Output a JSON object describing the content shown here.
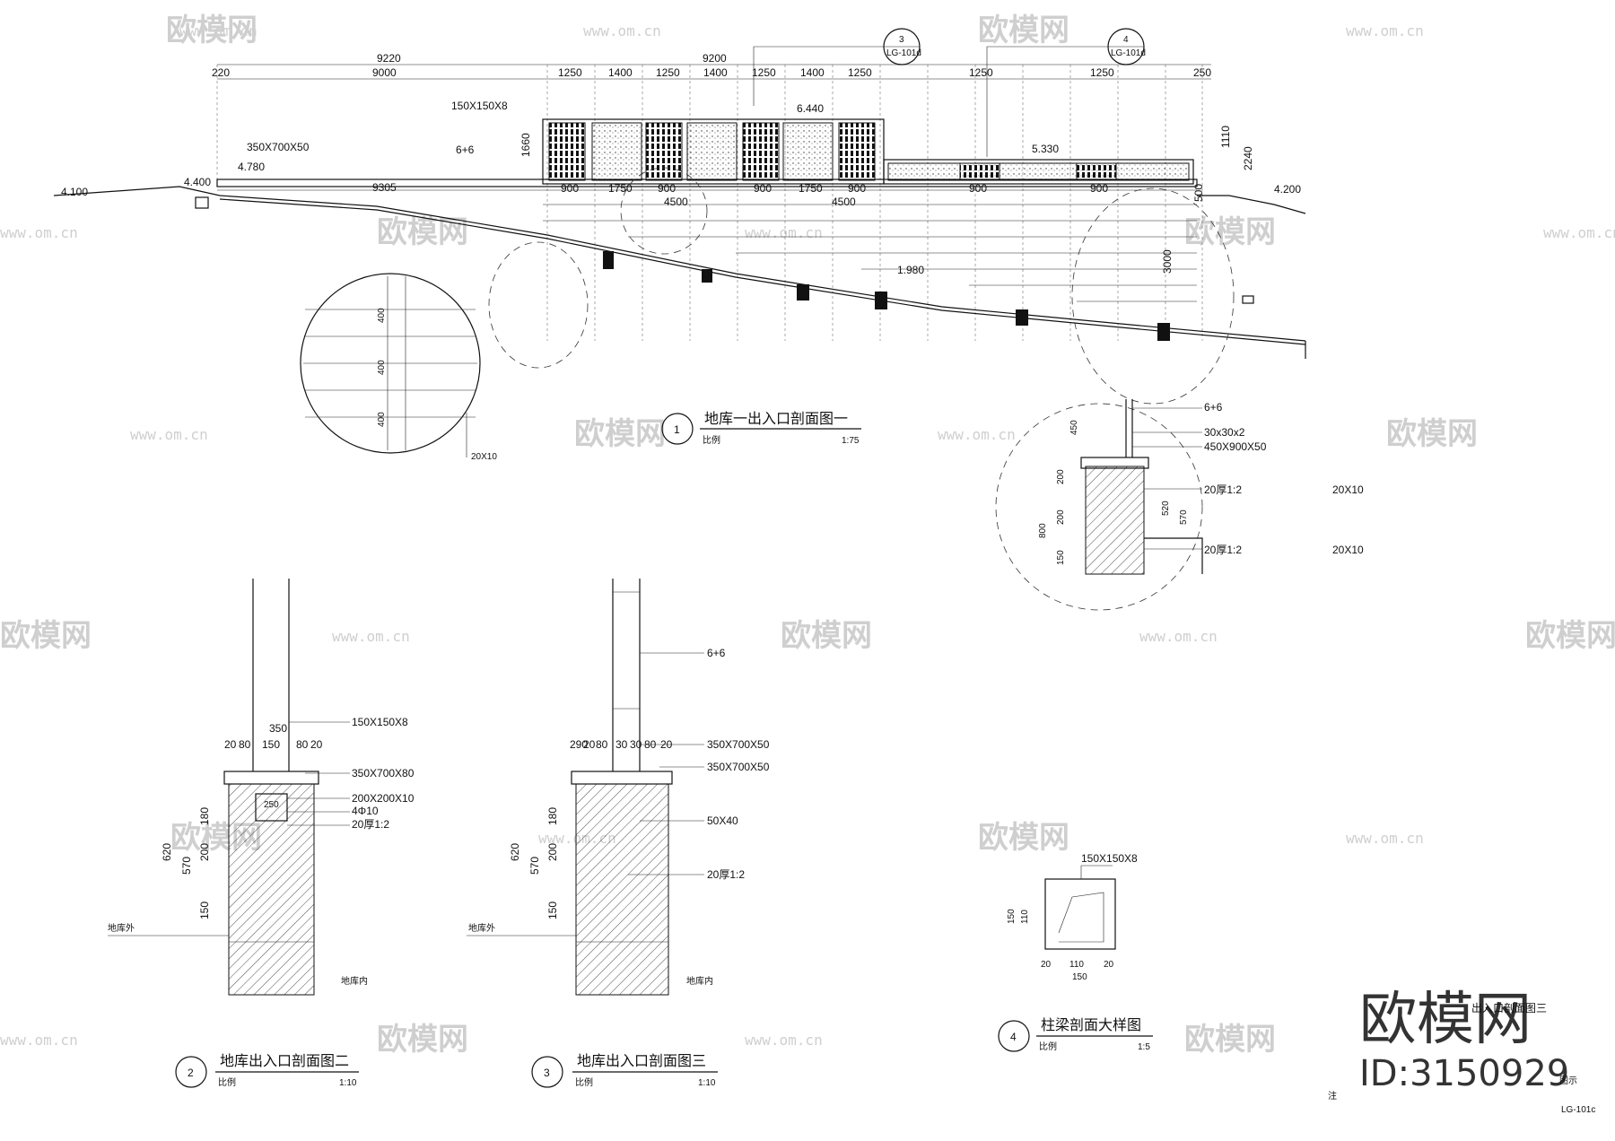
{
  "watermark": {
    "brand": "欧模网",
    "url": "www.om.cn",
    "big_brand": "欧模网",
    "id": "ID:3150929"
  },
  "section1": {
    "number": "1",
    "title": "地库一出入口剖面图一",
    "scale_prefix": "比例",
    "scale": "1:75",
    "top_dims": [
      "220",
      "9000",
      "1250",
      "1400",
      "1250",
      "1400",
      "1250",
      "1400",
      "1250",
      "1250",
      "1250",
      "250"
    ],
    "top_totals": [
      "9220",
      "9200"
    ],
    "lower_dims": [
      "900",
      "1750",
      "900",
      "900",
      "1750",
      "900",
      "900",
      "900"
    ],
    "elevations": [
      "4.780",
      "4.400",
      "4.100",
      "6.440",
      "5.330",
      "4.200",
      "1.980"
    ],
    "labels": {
      "column": "150X150X8",
      "cap": "350X700X50",
      "glass": "6+6",
      "slope": "9305",
      "dim_4500a": "4500",
      "dim_4500b": "4500",
      "h1660": "1660",
      "h1110": "1110",
      "h2240": "2240",
      "h3000": "3000",
      "h500": "500",
      "ref3": "3",
      "ref3b": "LG-101d",
      "ref4": "4",
      "ref4b": "LG-101d"
    },
    "callout_detail": {
      "dims": [
        "400",
        "400",
        "400"
      ],
      "note": "20X10"
    }
  },
  "detail_right": {
    "items": [
      "6+6",
      "30x30x2",
      "450X900X50",
      "20厚1:2",
      "20厚1:2"
    ],
    "notes": [
      "20X10",
      "20X10"
    ],
    "dims": [
      "450",
      "800",
      "520",
      "570",
      "200",
      "200",
      "150"
    ]
  },
  "section2": {
    "number": "2",
    "title": "地库出入口剖面图二",
    "scale_prefix": "比例",
    "scale": "1:10",
    "callouts": [
      "150X150X8",
      "350X700X80",
      "200X200X10",
      "4Φ10",
      "20厚1:2"
    ],
    "dims_top": [
      "350",
      "20",
      "80",
      "150",
      "80",
      "20"
    ],
    "dims_side": [
      "620",
      "570",
      "180",
      "200",
      "150"
    ],
    "labels": [
      "地库外",
      "地库内",
      "250"
    ]
  },
  "section3": {
    "number": "3",
    "title": "地库出入口剖面图三",
    "scale_prefix": "比例",
    "scale": "1:10",
    "callouts": [
      "6+6",
      "350X700X50",
      "350X700X50",
      "50X40",
      "20厚1:2"
    ],
    "dims_top": [
      "290",
      "20",
      "80",
      "30",
      "30",
      "80",
      "20"
    ],
    "dims_side": [
      "620",
      "570",
      "180",
      "200",
      "150"
    ],
    "labels": [
      "地库外",
      "地库内"
    ]
  },
  "section4": {
    "number": "4",
    "title": "柱梁剖面大样图",
    "scale_prefix": "比例",
    "scale": "1:5",
    "callout": "150X150X8",
    "dims": [
      "150",
      "110",
      "20",
      "110",
      "20",
      "150"
    ]
  },
  "footer": {
    "note": "注",
    "sheet_no": "LG-101c",
    "legend_label": "图示",
    "partial_title": "出入口剖面图三"
  }
}
